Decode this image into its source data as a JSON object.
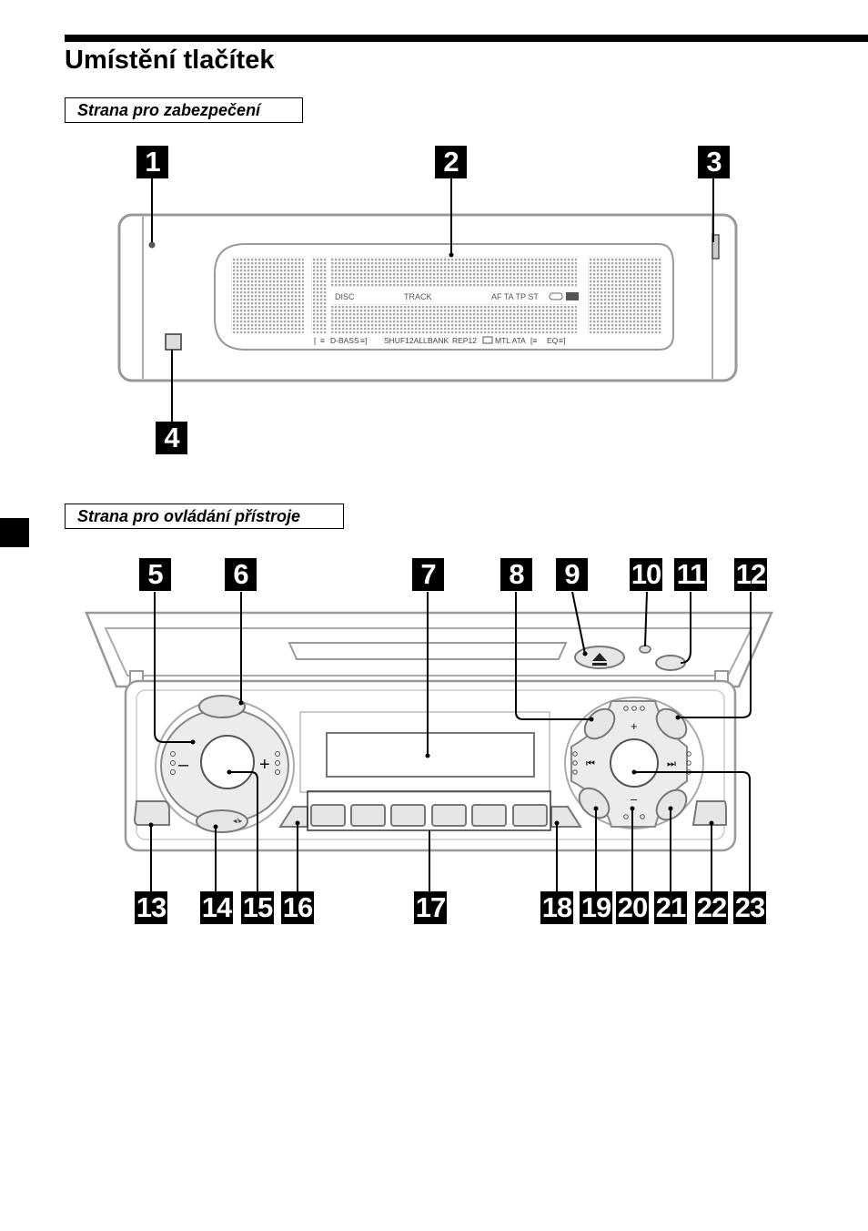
{
  "page": {
    "title": "Umístění tlačítek",
    "section_security": "Strana pro zabezpečení",
    "section_control": "Strana pro ovládání přístroje"
  },
  "display": {
    "upper": [
      "DISC",
      "TRACK",
      "AF TA TP ST"
    ],
    "lower": [
      "D-BASS",
      "SHUF12ALL",
      "BANK",
      "REP12",
      "MTL ATA",
      "EQ"
    ]
  },
  "knob": {
    "minus": "–",
    "plus": "+"
  },
  "dpad": {
    "plus": "+",
    "minus": "–"
  },
  "callouts": [
    "1",
    "2",
    "3",
    "4",
    "5",
    "6",
    "7",
    "8",
    "9",
    "10",
    "11",
    "12",
    "13",
    "14",
    "15",
    "16",
    "17",
    "18",
    "19",
    "20",
    "21",
    "22",
    "23"
  ]
}
